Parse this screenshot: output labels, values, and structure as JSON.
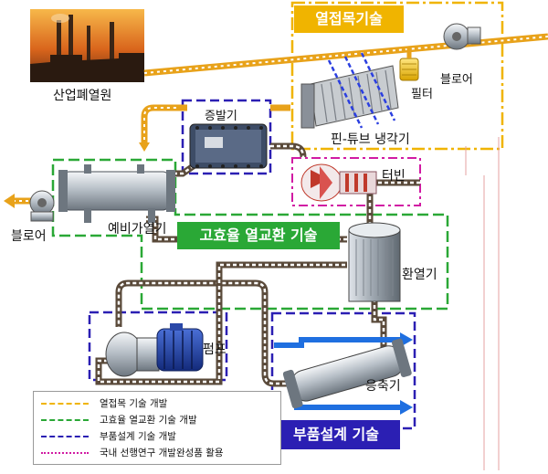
{
  "labels": {
    "factory": "산업폐열원",
    "evaporator": "증발기",
    "filter": "필터",
    "blower_right": "블로어",
    "fin_tube_cooler": "핀-튜브 냉각기",
    "turbine": "터빈",
    "blower_left": "블로어",
    "preheater": "예비가열기",
    "heat_exchanger": "환열기",
    "pump": "펌프",
    "condenser": "응축기"
  },
  "badges": {
    "heat_tech": "열접목기술",
    "efficiency_tech": "고효율 열교환 기술",
    "component_tech": "부품설계 기술"
  },
  "legend": [
    {
      "text": "열접목 기술 개발",
      "color": "#f0b400",
      "style": "dashdot"
    },
    {
      "text": "고효율 열교환 기술 개발",
      "color": "#2aa836",
      "style": "dash"
    },
    {
      "text": "부품설계 기술 개발",
      "color": "#2b1fb3",
      "style": "dash"
    },
    {
      "text": "국내 선행연구 개발완성품 활용",
      "color": "#d11aa3",
      "style": "dashdot"
    }
  ],
  "colors": {
    "orange": "#f0b400",
    "green": "#2aa836",
    "navy": "#2b1fb3",
    "magenta": "#d11aa3",
    "pipe_orange": "#e8a21a",
    "water_blue": "#1f6fe0"
  }
}
